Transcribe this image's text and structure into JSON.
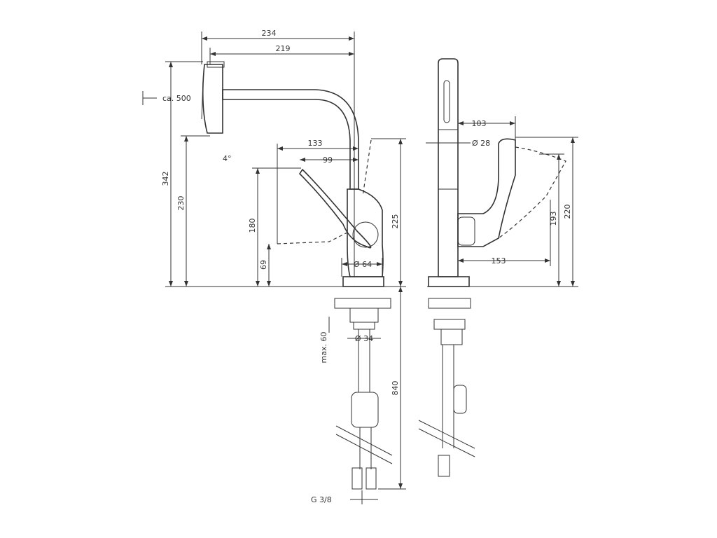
{
  "dims": {
    "d234": "234",
    "d219": "219",
    "d500": "ca. 500",
    "d342": "342",
    "d230": "230",
    "d133": "133",
    "d99": "99",
    "d4": "4°",
    "d180": "180",
    "d69": "69",
    "d225": "225",
    "d64": "Ø 64",
    "d34": "Ø 34",
    "dmax60": "max. 60",
    "d840": "840",
    "dG38": "G 3/8",
    "d103": "103",
    "d28": "Ø 28",
    "d193": "193",
    "d220": "220",
    "d153": "153"
  }
}
